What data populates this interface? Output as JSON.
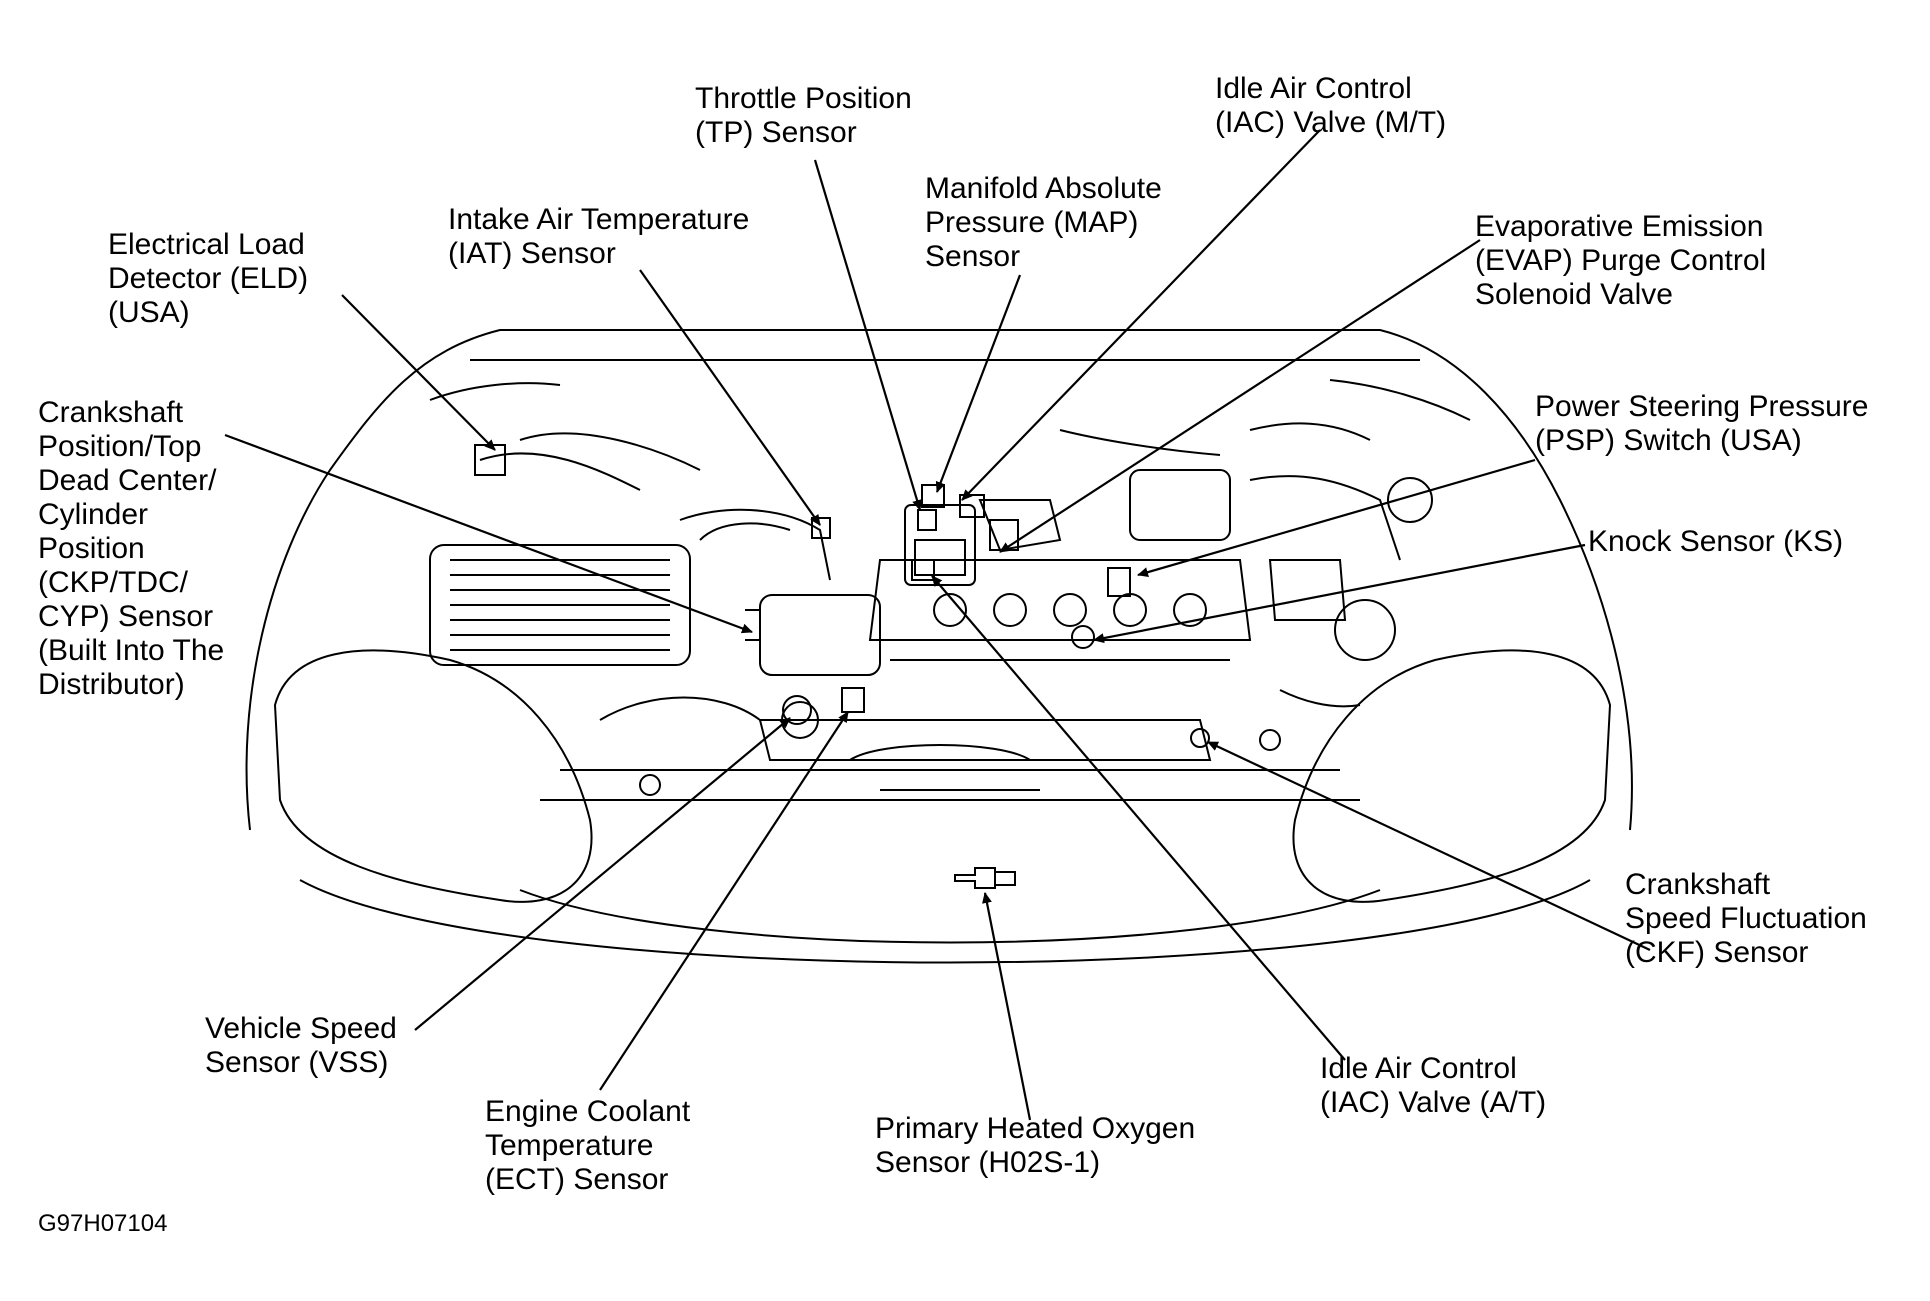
{
  "figure_id": "G97H07104",
  "labels": {
    "tp": [
      "Throttle Position",
      "(TP) Sensor"
    ],
    "iac_mt": [
      "Idle Air Control",
      "(IAC) Valve (M/T)"
    ],
    "map": [
      "Manifold Absolute",
      "Pressure (MAP)",
      "Sensor"
    ],
    "iat": [
      "Intake Air Temperature",
      "(IAT) Sensor"
    ],
    "eld": [
      "Electrical Load",
      "Detector (ELD)",
      "(USA)"
    ],
    "evap": [
      "Evaporative Emission",
      "(EVAP) Purge Control",
      "Solenoid Valve"
    ],
    "ckp": [
      "Crankshaft",
      "Position/Top",
      "Dead Center/",
      "Cylinder",
      "Position",
      "(CKP/TDC/",
      "CYP) Sensor",
      "(Built Into The",
      "Distributor)"
    ],
    "psp": [
      "Power Steering Pressure",
      "(PSP) Switch (USA)"
    ],
    "ks": [
      "Knock Sensor (KS)"
    ],
    "ckf": [
      "Crankshaft",
      "Speed Fluctuation",
      "(CKF) Sensor"
    ],
    "vss": [
      "Vehicle Speed",
      "Sensor (VSS)"
    ],
    "ect": [
      "Engine Coolant",
      "Temperature",
      "(ECT) Sensor"
    ],
    "ho2s": [
      "Primary Heated Oxygen",
      "Sensor (H02S-1)"
    ],
    "iac_at": [
      "Idle Air Control",
      "(IAC) Valve (A/T)"
    ]
  }
}
